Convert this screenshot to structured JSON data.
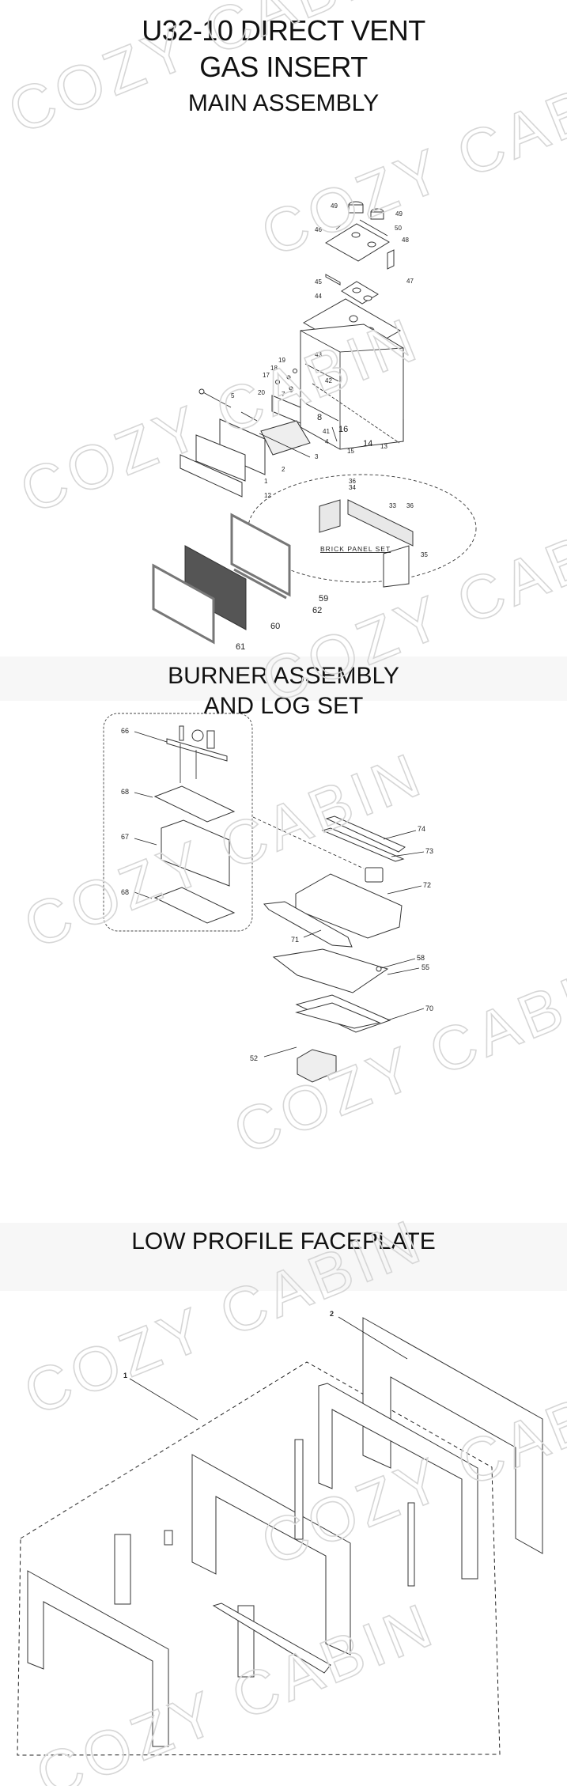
{
  "header": {
    "title_line1": "U32-10 DIRECT VENT",
    "title_line2": "GAS INSERT"
  },
  "watermark": "COZY CABIN",
  "sections": {
    "main": {
      "title": "MAIN ASSEMBLY",
      "callouts": [
        "49",
        "49",
        "46",
        "50",
        "48",
        "47",
        "45",
        "44",
        "43",
        "42",
        "41",
        "19",
        "18",
        "17",
        "9",
        "5",
        "20",
        "7",
        "8",
        "16",
        "4",
        "14",
        "13",
        "15",
        "3",
        "2",
        "1",
        "12",
        "36",
        "34",
        "33",
        "36",
        "35",
        "59",
        "62",
        "60",
        "61"
      ],
      "brick_label": "BRICK PANEL SET"
    },
    "burner": {
      "title_line1": "BURNER ASSEMBLY",
      "title_line2": "AND LOG SET",
      "callouts": [
        "66",
        "68",
        "67",
        "68",
        "74",
        "73",
        "72",
        "71",
        "58",
        "55",
        "70",
        "52"
      ]
    },
    "faceplate": {
      "title": "LOW PROFILE FACEPLATE",
      "callouts": [
        "1",
        "2"
      ]
    }
  }
}
